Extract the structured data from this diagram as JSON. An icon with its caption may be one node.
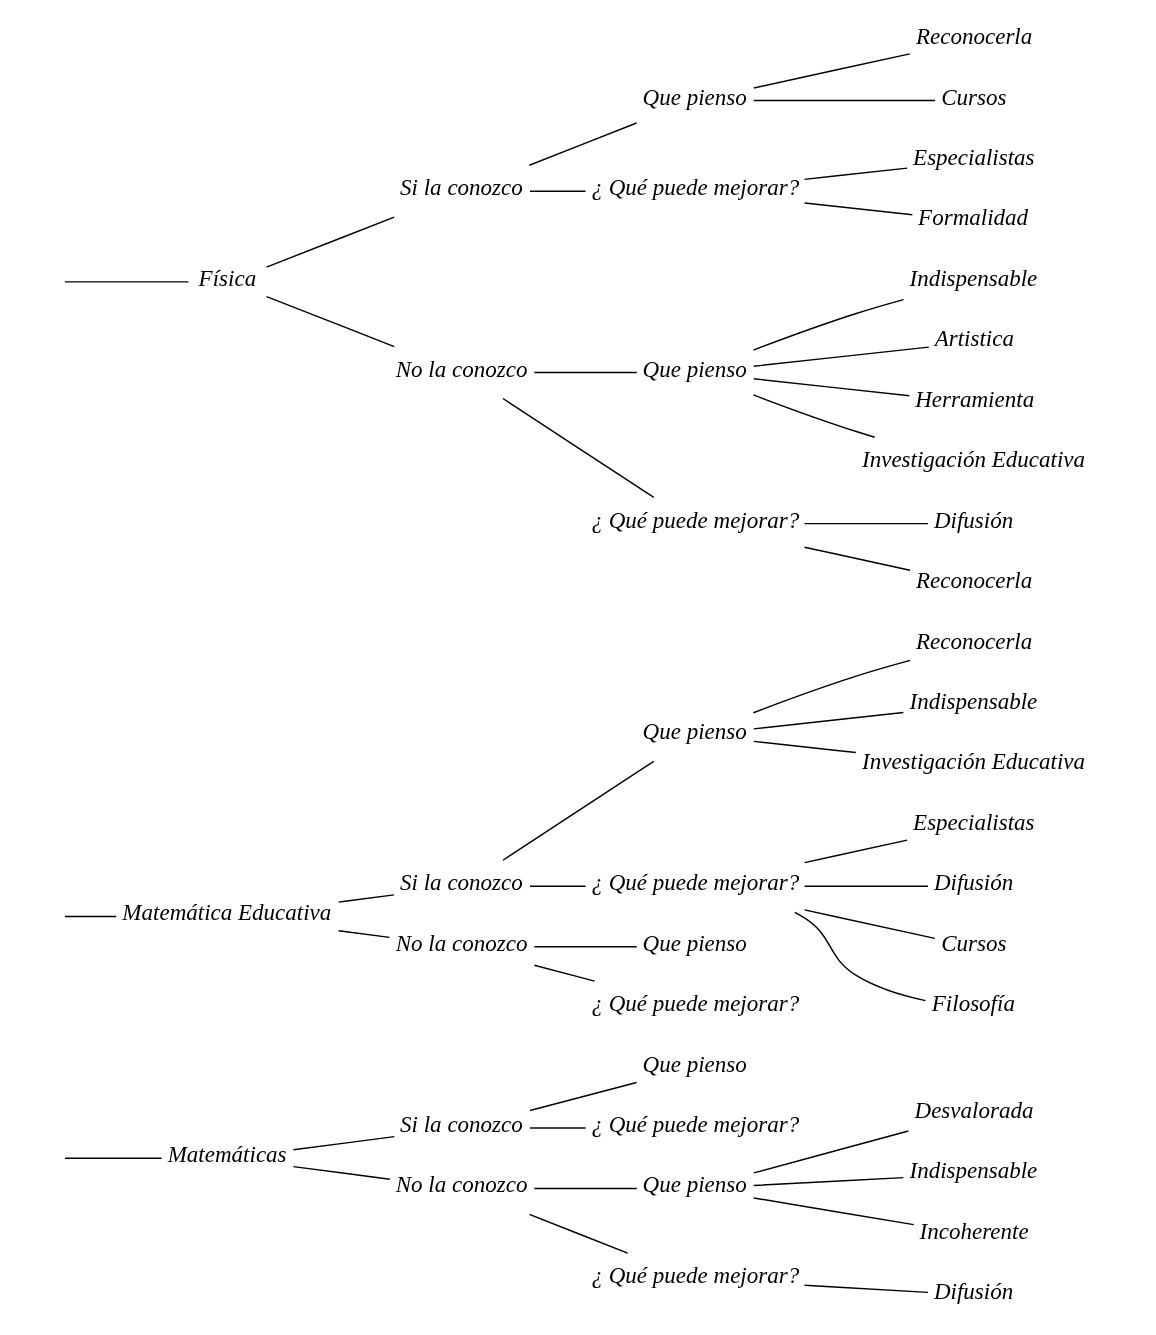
{
  "diagram": {
    "nodes": [
      {
        "text": [
          "Matemáticas"
        ]
      },
      {
        "text": [
          "Si la conozco"
        ]
      },
      {
        "text": [
          "Que pienso"
        ]
      },
      {
        "text": [
          "¿ Qué puede mejorar?"
        ]
      },
      {
        "text": [
          "No la conozco"
        ]
      },
      {
        "text": [
          "Que pienso"
        ]
      },
      {
        "text": [
          "Desvalorada"
        ]
      },
      {
        "text": [
          "Indispensable"
        ]
      },
      {
        "text": [
          "Incoherente"
        ]
      },
      {
        "text": [
          "¿ Qué puede mejorar?"
        ]
      },
      {
        "text": [
          "Difusión"
        ]
      },
      {
        "text": [
          "Matemática Educativa"
        ]
      },
      {
        "text": [
          "Si la conozco"
        ]
      },
      {
        "text": [
          "Que pienso"
        ]
      },
      {
        "text": [
          "Reconocerla"
        ]
      },
      {
        "text": [
          "Indispensable"
        ]
      },
      {
        "text": [
          "Investigación Educativa"
        ]
      },
      {
        "text": [
          "¿ Qué puede mejorar?"
        ]
      },
      {
        "text": [
          "Especialistas"
        ]
      },
      {
        "text": [
          "Difusión"
        ]
      },
      {
        "text": [
          "Cursos"
        ]
      },
      {
        "text": [
          "Filosofía"
        ]
      },
      {
        "text": [
          "No la conozco"
        ]
      },
      {
        "text": [
          "Que pienso"
        ]
      },
      {
        "text": [
          "¿ Qué puede mejorar?"
        ]
      },
      {
        "text": [
          "Física"
        ]
      },
      {
        "text": [
          "Si la conozco"
        ]
      },
      {
        "text": [
          "Que pienso"
        ]
      },
      {
        "text": [
          "Reconocerla"
        ]
      },
      {
        "text": [
          "Cursos"
        ]
      },
      {
        "text": [
          "¿ Qué puede mejorar?"
        ]
      },
      {
        "text": [
          "Especialistas"
        ]
      },
      {
        "text": [
          "Formalidad"
        ]
      },
      {
        "text": [
          "No la conozco"
        ]
      },
      {
        "text": [
          "Que pienso"
        ]
      },
      {
        "text": [
          "Indispensable"
        ]
      },
      {
        "text": [
          "Artistica"
        ]
      },
      {
        "text": [
          "Herramienta"
        ]
      },
      {
        "text": [
          "Investigación Educativa"
        ]
      },
      {
        "text": [
          "¿ Qué puede mejorar?"
        ]
      },
      {
        "text": [
          "Difusión"
        ]
      },
      {
        "text": [
          "Reconocerla"
        ]
      }
    ],
    "edges": [
      {
        "from": null,
        "to": 0,
        "arrow": "none"
      },
      {
        "from": 0,
        "to": 1,
        "arrow": "none"
      },
      {
        "from": 1,
        "to": 2,
        "arrow": "none"
      },
      {
        "from": 1,
        "to": 3,
        "arrow": "none"
      },
      {
        "from": 0,
        "to": 4,
        "arrow": "none"
      },
      {
        "from": 4,
        "to": 5,
        "arrow": "none"
      },
      {
        "from": 5,
        "to": 6,
        "arrow": "none"
      },
      {
        "from": 5,
        "to": 7,
        "arrow": "none"
      },
      {
        "from": 5,
        "to": 8,
        "arrow": "none"
      },
      {
        "from": 4,
        "to": 9,
        "arrow": "none"
      },
      {
        "from": 9,
        "to": 10,
        "arrow": "none"
      },
      {
        "from": null,
        "to": 11,
        "arrow": "none"
      },
      {
        "from": 11,
        "to": 12,
        "arrow": "none"
      },
      {
        "from": 12,
        "to": 13,
        "arrow": "none"
      },
      {
        "from": 13,
        "to": 14,
        "arrow": "none"
      },
      {
        "from": 13,
        "to": 15,
        "arrow": "none"
      },
      {
        "from": 13,
        "to": 16,
        "arrow": "none"
      },
      {
        "from": 12,
        "to": 17,
        "arrow": "none"
      },
      {
        "from": 17,
        "to": 18,
        "arrow": "none"
      },
      {
        "from": 17,
        "to": 19,
        "arrow": "none"
      },
      {
        "from": 17,
        "to": 20,
        "arrow": "none"
      },
      {
        "from": 17,
        "to": 21,
        "arrow": "none"
      },
      {
        "from": 11,
        "to": 22,
        "arrow": "none"
      },
      {
        "from": 22,
        "to": 23,
        "arrow": "none"
      },
      {
        "from": 22,
        "to": 24,
        "arrow": "none"
      },
      {
        "from": null,
        "to": 25,
        "arrow": "none"
      },
      {
        "from": 25,
        "to": 26,
        "arrow": "none"
      },
      {
        "from": 26,
        "to": 27,
        "arrow": "none"
      },
      {
        "from": 27,
        "to": 28,
        "arrow": "none"
      },
      {
        "from": 27,
        "to": 29,
        "arrow": "none"
      },
      {
        "from": 26,
        "to": 30,
        "arrow": "none"
      },
      {
        "from": 30,
        "to": 31,
        "arrow": "none"
      },
      {
        "from": 30,
        "to": 32,
        "arrow": "none"
      },
      {
        "from": 25,
        "to": 33,
        "arrow": "none"
      },
      {
        "from": 33,
        "to": 34,
        "arrow": "none"
      },
      {
        "from": 34,
        "to": 35,
        "arrow": "none"
      },
      {
        "from": 34,
        "to": 36,
        "arrow": "none"
      },
      {
        "from": 34,
        "to": 37,
        "arrow": "none"
      },
      {
        "from": 34,
        "to": 38,
        "arrow": "none"
      },
      {
        "from": 33,
        "to": 39,
        "arrow": "none"
      },
      {
        "from": 39,
        "to": 40,
        "arrow": "none"
      },
      {
        "from": 39,
        "to": 41,
        "arrow": "none"
      }
    ]
  }
}
